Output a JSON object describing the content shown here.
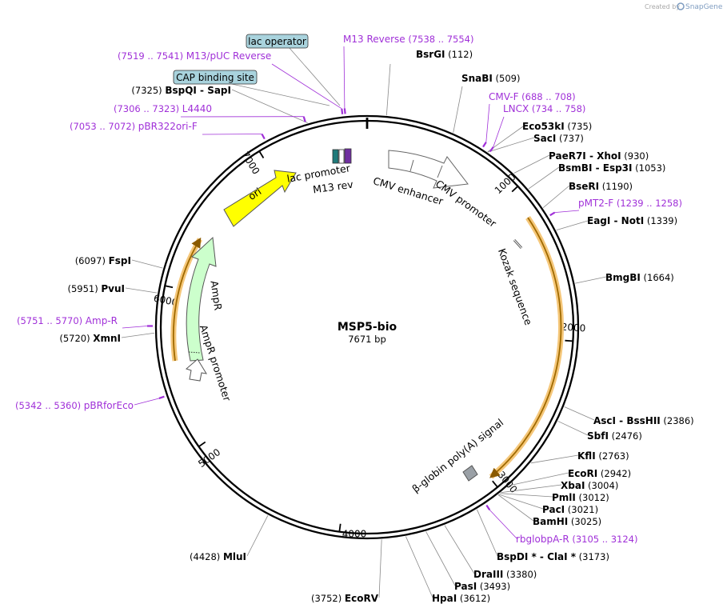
{
  "credit": {
    "prefix": "Created by",
    "brand": "SnapGene"
  },
  "plasmid": {
    "name": "MSP5-bio",
    "length_label": "7671 bp",
    "length": 7671
  },
  "tick_labels": [
    {
      "bp": 1000,
      "label": "1000"
    },
    {
      "bp": 2000,
      "label": "2000"
    },
    {
      "bp": 3000,
      "label": "3000"
    },
    {
      "bp": 4000,
      "label": "4000"
    },
    {
      "bp": 5000,
      "label": "5000"
    },
    {
      "bp": 6000,
      "label": "6000"
    },
    {
      "bp": 7000,
      "label": "7000"
    }
  ],
  "sites": [
    {
      "name": "BsrGI",
      "pos": "(112)",
      "bp": 112
    },
    {
      "name": "SnaBI",
      "pos": "(509)",
      "bp": 509
    },
    {
      "name": "Eco53kI",
      "pos": "(735)",
      "bp": 735
    },
    {
      "name": "SacI",
      "pos": "(737)",
      "bp": 737
    },
    {
      "name": "PaeR7I  -  XhoI",
      "pos": "(930)",
      "bp": 930
    },
    {
      "name": "BsmBI  -  Esp3I",
      "pos": "(1053)",
      "bp": 1053
    },
    {
      "name": "BseRI",
      "pos": "(1190)",
      "bp": 1190
    },
    {
      "name": "EagI  -  NotI",
      "pos": "(1339)",
      "bp": 1339
    },
    {
      "name": "BmgBI",
      "pos": "(1664)",
      "bp": 1664
    },
    {
      "name": "AscI  -  BssHII",
      "pos": "(2386)",
      "bp": 2386
    },
    {
      "name": "SbfI",
      "pos": "(2476)",
      "bp": 2476
    },
    {
      "name": "KflI",
      "pos": "(2763)",
      "bp": 2763
    },
    {
      "name": "EcoRI",
      "pos": "(2942)",
      "bp": 2942
    },
    {
      "name": "XbaI",
      "pos": "(3004)",
      "bp": 3004
    },
    {
      "name": "PmlI",
      "pos": "(3012)",
      "bp": 3012
    },
    {
      "name": "PacI",
      "pos": "(3021)",
      "bp": 3021
    },
    {
      "name": "BamHI",
      "pos": "(3025)",
      "bp": 3025
    },
    {
      "name": "BspDI *  -  ClaI *",
      "pos": "(3173)",
      "bp": 3173
    },
    {
      "name": "DraIII",
      "pos": "(3380)",
      "bp": 3380
    },
    {
      "name": "PasI",
      "pos": "(3493)",
      "bp": 3493
    },
    {
      "name": "HpaI",
      "pos": "(3612)",
      "bp": 3612
    },
    {
      "name": "EcoRV",
      "pos": "(3752)",
      "bp": 3752
    },
    {
      "name": "MluI",
      "pos": "(4428)",
      "bp": 4428
    },
    {
      "name": "XmnI",
      "pos": "(5720)",
      "bp": 5720
    },
    {
      "name": "PvuI",
      "pos": "(5951)",
      "bp": 5951
    },
    {
      "name": "FspI",
      "pos": "(6097)",
      "bp": 6097
    },
    {
      "name": "BspQI  -  SapI",
      "pos": "(7325)",
      "bp": 7325
    }
  ],
  "primers": [
    {
      "name": "M13 Reverse",
      "range": "(7538 .. 7554)",
      "bp": 7546
    },
    {
      "name": "M13/pUC Reverse",
      "range": "(7519 .. 7541)",
      "bp": 7530
    },
    {
      "name": "L4440",
      "range": "(7306 .. 7323)",
      "bp": 7314
    },
    {
      "name": "pBR322ori-F",
      "range": "(7053 .. 7072)",
      "bp": 7062
    },
    {
      "name": "CMV-F",
      "range": "(688 .. 708)",
      "bp": 698
    },
    {
      "name": "LNCX",
      "range": "(734 .. 758)",
      "bp": 746
    },
    {
      "name": "pMT2-F",
      "range": "(1239 .. 1258)",
      "bp": 1248
    },
    {
      "name": "rbglobpA-R",
      "range": "(3105 .. 3124)",
      "bp": 3114
    },
    {
      "name": "pBRforEco",
      "range": "(5342 .. 5360)",
      "bp": 5351
    },
    {
      "name": "Amp-R",
      "range": "(5751 .. 5770)",
      "bp": 5760
    }
  ],
  "boxed_features": [
    {
      "name": "lac operator"
    },
    {
      "name": "CAP binding site"
    }
  ],
  "features": [
    {
      "name": "ori",
      "color": "#ffff00"
    },
    {
      "name": "lac promoter",
      "color": "#1f7a7a"
    },
    {
      "name": "M13 rev",
      "color": "#7030a0"
    },
    {
      "name": "CMV enhancer",
      "color": "#ffffff"
    },
    {
      "name": "CMV promoter",
      "color": "#ffffff"
    },
    {
      "name": "Kozak sequence",
      "color": "#ffffff"
    },
    {
      "name": "β-globin poly(A) signal",
      "color": "#9aa0a6"
    },
    {
      "name": "AmpR",
      "color": "#ccffcc"
    },
    {
      "name": "AmpR promoter",
      "color": "#ffffff"
    }
  ],
  "colors": {
    "primer": "#a030d8",
    "orf": "#f5a623",
    "box_fill": "#a9d3dd",
    "ori": "#ffff00",
    "ampr": "#ccffcc"
  }
}
